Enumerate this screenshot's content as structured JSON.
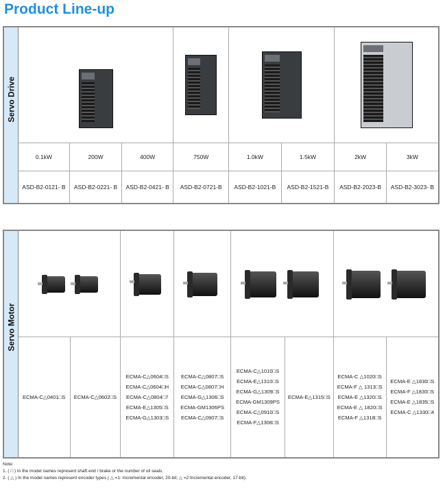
{
  "title": "Product Line-up",
  "drive": {
    "label": "Servo Drive",
    "powers": [
      "0.1kW",
      "200W",
      "400W",
      "750W",
      "1.0kW",
      "1.5kW",
      "2kW",
      "3kW"
    ],
    "models": [
      "ASD-B2-0121- B",
      "ASD-B2-0221- B",
      "ASD-B2-0421- B",
      "ASD-B2-0721-B",
      "ASD-B2-1021-B",
      "ASD-B2-1521-B",
      "ASD-B2-2023-B",
      "ASD-B2-3023- B"
    ]
  },
  "motor": {
    "label": "Servo Motor",
    "models": [
      [
        "ECMA-C△0401□S"
      ],
      [
        "ECMA-C△0602□S"
      ],
      [
        "ECMA-C△0604□S",
        "ECMA-C△0604□H",
        "ECMA-C△0804□7",
        "ECMA-E△1305□S",
        "ECMA-G△1303□S"
      ],
      [
        "ECMA-C△0807□S",
        "ECMA-C△0807□H",
        "ECMA-G△1306□S",
        "ECMA-GM1306PS",
        "ECMA-C△0907□S"
      ],
      [
        "ECMA-C△1010□S",
        "ECMA-E△1310□S",
        "ECMA-G△1309□S",
        "ECMA-GM1309PS",
        "ECMA-C△0910□S",
        "ECMA-F△1308□S"
      ],
      [
        "ECMA-E△1315□S"
      ],
      [
        "ECMA-C △1020□S",
        "ECMA-F △ 1313□S",
        "ECMA-E △1320□S",
        "ECMA-E △ 1820□S",
        "ECMA-F △1318□S"
      ],
      [
        "ECMA-E △1830□S",
        "ECMA-F △1830□S",
        "ECMA-E △1835□S",
        "ECMA-C △1330□4"
      ]
    ]
  },
  "notes": {
    "heading": "Note:",
    "line1": "1. ( □ ) In the model names represent shaft end / brake or the number of oil seals.",
    "line2": "2. ( △ ) In the model names represent encoder types ( △ =1: Incremental encoder, 20-bit; △ =2:Incremental encoder, 17-bit)."
  }
}
